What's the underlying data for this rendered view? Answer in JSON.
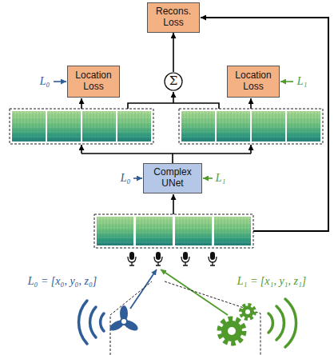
{
  "diagram": {
    "nodes": [
      {
        "text": [
          "Recons. Loss"
        ]
      },
      {
        "text": [
          "Location Loss"
        ]
      },
      {
        "text": [
          "Σ"
        ]
      },
      {
        "text": [
          "Location Loss"
        ]
      },
      {
        "text": [
          "Complex UNet"
        ]
      }
    ],
    "edges": [
      {
        "from": 2,
        "to": 0,
        "arrow": "to"
      }
    ],
    "labels": [
      "L₀",
      "L₁",
      "L₀",
      "L₁",
      "L₀ = [x₀, y₀, z₀]",
      "L₁ = [x₁, y₁, z₁]"
    ]
  }
}
